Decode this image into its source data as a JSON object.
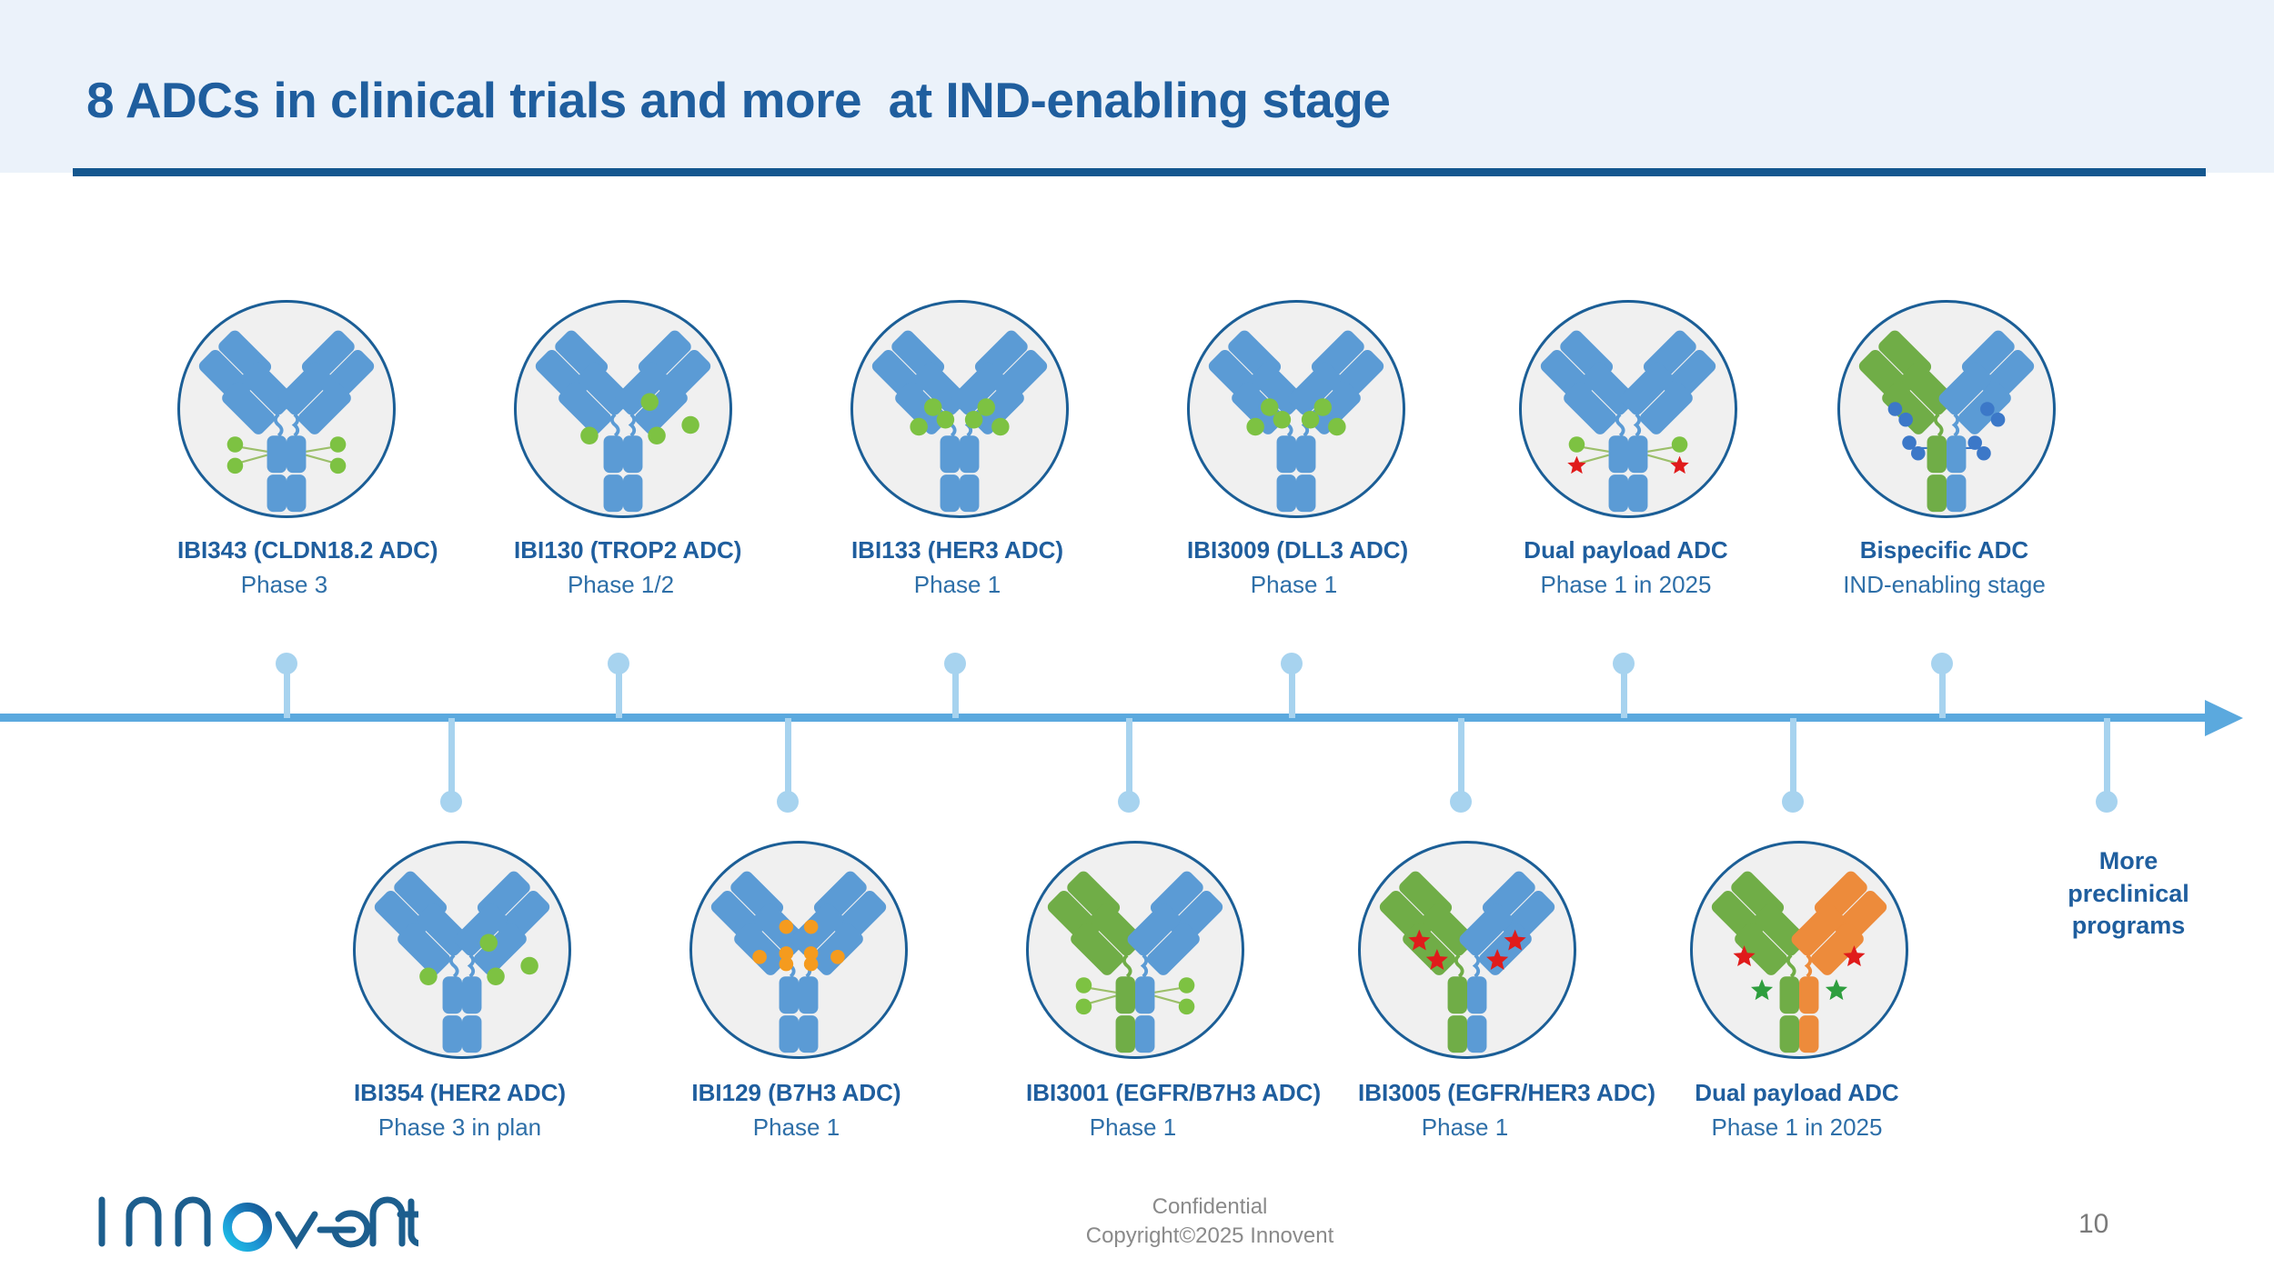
{
  "header": {
    "title": "8 ADCs in clinical trials and more  at IND-enabling stage",
    "band_color": "#EBF2FA",
    "rule_color": "#14578F",
    "title_color": "#1F5E9E"
  },
  "timeline": {
    "axis_color": "#5BA9DE",
    "stem_color": "#A7D3EF",
    "direction": "left-to-right-arrow"
  },
  "palette": {
    "antibody_blue": "#5B9BD5",
    "antibody_green": "#70AD47",
    "antibody_orange": "#ED8B3B",
    "payload_green": "#7DC242",
    "payload_red": "#E01B1B",
    "payload_orange": "#F59B1E",
    "payload_blue": "#3C78C8",
    "circle_fill": "#F0F0F0",
    "circle_border": "#1B5E96"
  },
  "nodes_top": [
    {
      "name": "IBI343 (CLDN18.2 ADC)",
      "phase": "Phase 3",
      "arm_left_color": "#5B9BD5",
      "arm_right_color": "#5B9BD5",
      "payload_style": "fc-green-pairs",
      "payload_colors": [
        "#7DC242"
      ]
    },
    {
      "name": "IBI130 (TROP2 ADC)",
      "phase": "Phase 1/2",
      "arm_left_color": "#5B9BD5",
      "arm_right_color": "#5B9BD5",
      "payload_style": "arm-green-dots",
      "payload_colors": [
        "#7DC242"
      ]
    },
    {
      "name": "IBI133 (HER3 ADC)",
      "phase": "Phase 1",
      "arm_left_color": "#5B9BD5",
      "arm_right_color": "#5B9BD5",
      "payload_style": "hinge-green-dots",
      "payload_colors": [
        "#7DC242"
      ]
    },
    {
      "name": "IBI3009 (DLL3 ADC)",
      "phase": "Phase 1",
      "arm_left_color": "#5B9BD5",
      "arm_right_color": "#5B9BD5",
      "payload_style": "hinge-green-dots",
      "payload_colors": [
        "#7DC242"
      ]
    },
    {
      "name": "Dual payload ADC",
      "phase": "Phase 1 in 2025",
      "arm_left_color": "#5B9BD5",
      "arm_right_color": "#5B9BD5",
      "payload_style": "fc-green-red-pairs",
      "payload_colors": [
        "#7DC242",
        "#E01B1B"
      ]
    },
    {
      "name": "Bispecific ADC",
      "phase": "IND-enabling stage",
      "arm_left_color": "#70AD47",
      "arm_right_color": "#5B9BD5",
      "payload_style": "blue-dot-clusters",
      "payload_colors": [
        "#3C78C8"
      ]
    }
  ],
  "nodes_bottom": [
    {
      "name": "IBI354 (HER2 ADC)",
      "phase": "Phase 3 in plan",
      "arm_left_color": "#5B9BD5",
      "arm_right_color": "#5B9BD5",
      "payload_style": "arm-green-dots",
      "payload_colors": [
        "#7DC242"
      ]
    },
    {
      "name": "IBI129 (B7H3 ADC)",
      "phase": "Phase 1",
      "arm_left_color": "#5B9BD5",
      "arm_right_color": "#5B9BD5",
      "payload_style": "orange-dot-cluster",
      "payload_colors": [
        "#F59B1E"
      ]
    },
    {
      "name": "IBI3001 (EGFR/B7H3 ADC)",
      "phase": "Phase 1",
      "arm_left_color": "#70AD47",
      "arm_right_color": "#5B9BD5",
      "payload_style": "fc-green-pairs",
      "payload_colors": [
        "#7DC242"
      ]
    },
    {
      "name": "IBI3005 (EGFR/HER3 ADC)",
      "phase": "Phase 1",
      "arm_left_color": "#70AD47",
      "arm_right_color": "#5B9BD5",
      "payload_style": "arm-red-stars",
      "payload_colors": [
        "#E01B1B"
      ]
    },
    {
      "name": "Dual payload ADC",
      "phase": "Phase 1 in 2025",
      "arm_left_color": "#70AD47",
      "arm_right_color": "#ED8B3B",
      "payload_style": "red-star-green-star",
      "payload_colors": [
        "#E01B1B",
        "#2E9E3E"
      ]
    }
  ],
  "more_preclinical": {
    "line1": "More",
    "line2": "preclinical",
    "line3": "programs"
  },
  "footer": {
    "confidential": "Confidential",
    "copyright": "Copyright©2025 Innovent",
    "page_number": "10",
    "logo_text": "Innovent"
  }
}
